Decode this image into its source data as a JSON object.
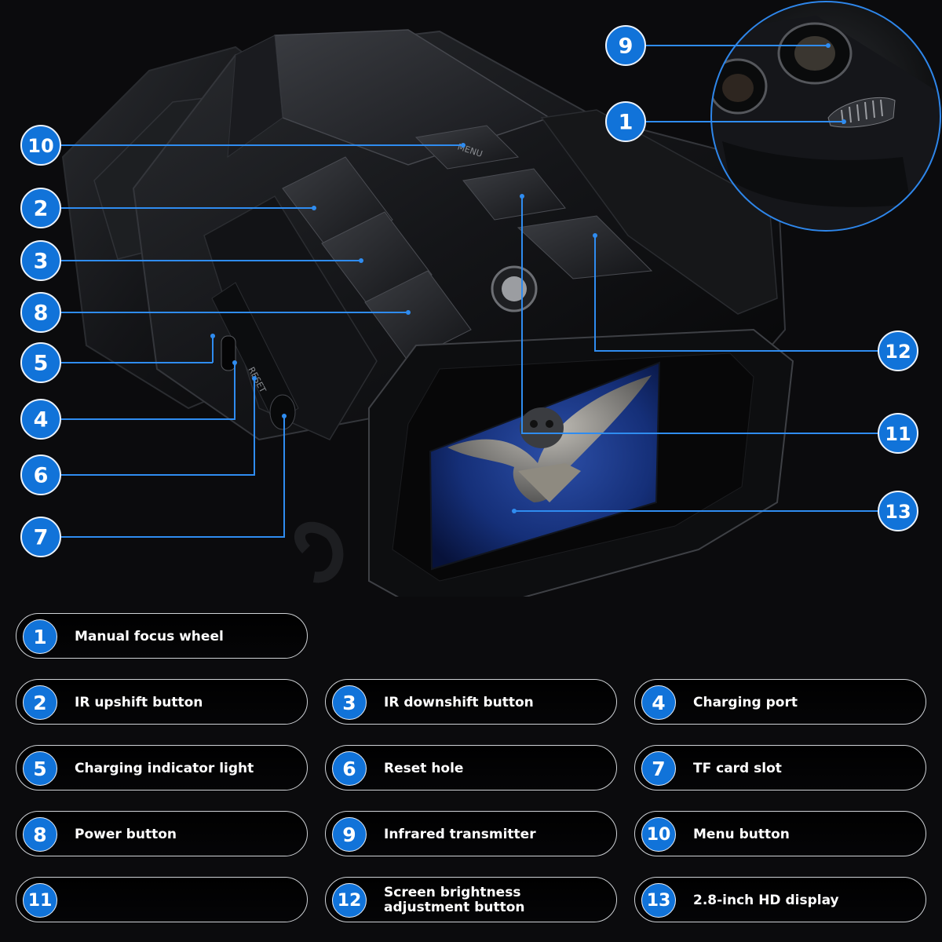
{
  "colors": {
    "background": "#0b0b0d",
    "badge_fill": "#1173d9",
    "leader_line": "#2f8cf0",
    "label_text": "#ffffff",
    "pill_border": "#cfd2d6"
  },
  "device_markings": {
    "menu": "MENU",
    "reset": "RESET"
  },
  "callouts": [
    {
      "number": "9"
    },
    {
      "number": "1"
    },
    {
      "number": "10"
    },
    {
      "number": "2"
    },
    {
      "number": "3"
    },
    {
      "number": "8"
    },
    {
      "number": "5"
    },
    {
      "number": "4"
    },
    {
      "number": "6"
    },
    {
      "number": "7"
    },
    {
      "number": "12"
    },
    {
      "number": "11"
    },
    {
      "number": "13"
    }
  ],
  "legend": [
    {
      "number": "1",
      "label": "Manual focus wheel"
    },
    {
      "number": "2",
      "label": "IR upshift button"
    },
    {
      "number": "3",
      "label": "IR downshift button"
    },
    {
      "number": "4",
      "label": "Charging port"
    },
    {
      "number": "5",
      "label": "Charging indicator light"
    },
    {
      "number": "6",
      "label": "Reset hole"
    },
    {
      "number": "7",
      "label": "TF card slot"
    },
    {
      "number": "8",
      "label": "Power button"
    },
    {
      "number": "9",
      "label": "Infrared transmitter"
    },
    {
      "number": "10",
      "label": "Menu button"
    },
    {
      "number": "11",
      "label": ""
    },
    {
      "number": "12",
      "label": "Screen brightness adjustment button"
    },
    {
      "number": "13",
      "label": "2.8-inch HD display"
    }
  ]
}
